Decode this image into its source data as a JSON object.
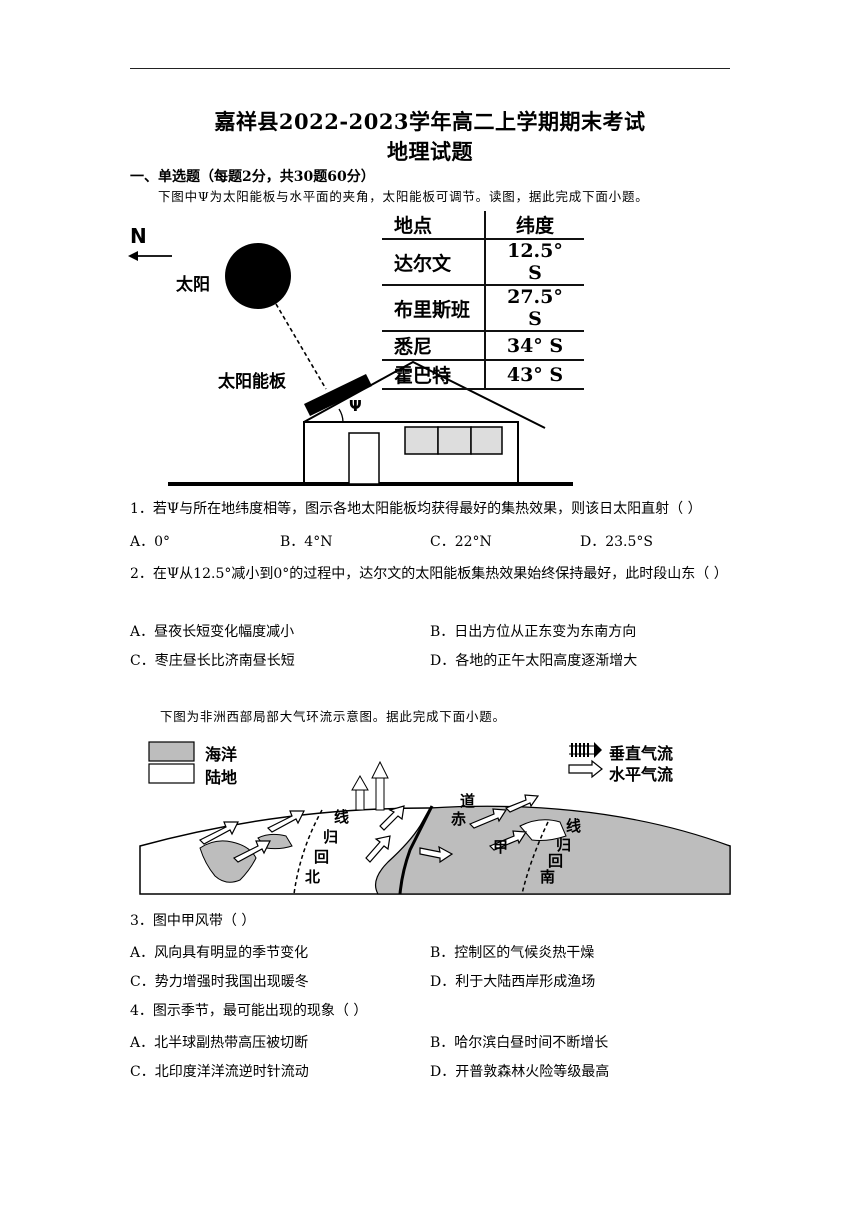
{
  "header": {
    "title": "嘉祥县2022-2023学年高二上学期期末考试",
    "subtitle": "地理试题"
  },
  "section1": {
    "heading": "一、单选题（每题2分，共30题60分）",
    "intro1": "下图中Ψ为太阳能板与水平面的夹角，太阳能板可调节。读图，据此完成下面小题。"
  },
  "figure1": {
    "north_label": "N",
    "sun_label": "太阳",
    "panel_label": "太阳能板",
    "angle_label": "Ψ",
    "table_headers": [
      "地点",
      "纬度"
    ],
    "table_rows": [
      [
        "达尔文",
        "12.5° S"
      ],
      [
        "布里斯班",
        "27.5° S"
      ],
      [
        "悉尼",
        "34° S"
      ],
      [
        "霍巴特",
        "43° S"
      ]
    ]
  },
  "q1": {
    "stem": "1．若Ψ与所在地纬度相等，图示各地太阳能板均获得最好的集热效果，则该日太阳直射（    ）",
    "options": [
      "A．0°",
      "B．4°N",
      "C．22°N",
      "D．23.5°S"
    ]
  },
  "q2": {
    "stem": "2．在Ψ从12.5°减小到0°的过程中，达尔文的太阳能板集热效果始终保持最好，此时段山东（    ）",
    "options": [
      "A．昼夜长短变化幅度减小",
      "B．日出方位从正东变为东南方向",
      "C．枣庄昼长比济南昼长短",
      "D．各地的正午太阳高度逐渐增大"
    ]
  },
  "intro2": "下图为非洲西部局部大气环流示意图。据此完成下面小题。",
  "figure2": {
    "legend_ocean": "海洋",
    "legend_land": "陆地",
    "legend_vertical": "垂直气流",
    "legend_horizontal": "水平气流",
    "tropic_north_chars": [
      "线",
      "归",
      "回",
      "北"
    ],
    "equator_chars": [
      "赤",
      "道"
    ],
    "jia_label": "甲",
    "tropic_south_chars": [
      "线",
      "归",
      "回",
      "南"
    ]
  },
  "q3": {
    "stem": "3．图中甲风带（    ）",
    "options": [
      "A．风向具有明显的季节变化",
      "B．控制区的气候炎热干燥",
      "C．势力增强时我国出现暖冬",
      "D．利于大陆西岸形成渔场"
    ]
  },
  "q4": {
    "stem": "4．图示季节，最可能出现的现象（    ）",
    "options": [
      "A．北半球副热带高压被切断",
      "B．哈尔滨白昼时间不断增长",
      "C．北印度洋洋流逆时针流动",
      "D．开普敦森林火险等级最高"
    ]
  }
}
